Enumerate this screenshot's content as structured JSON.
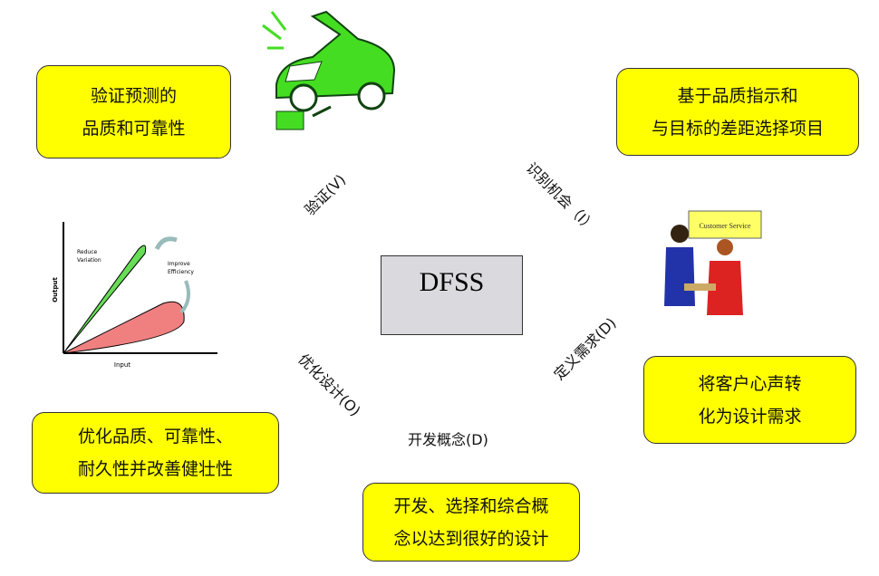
{
  "center": {
    "title": "DFSS"
  },
  "phases": {
    "verify": "验证(V)",
    "identify": "识别机会（I）",
    "define": "定义需求(D)",
    "develop": "开发概念(D)",
    "optimize": "优化设计(O)"
  },
  "boxes": {
    "verify": [
      "验证预测的",
      "品质和可靠性"
    ],
    "identify": [
      "基于品质指示和",
      "与目标的差距选择项目"
    ],
    "define": [
      "将客户心声转",
      "化为设计需求"
    ],
    "optimize": [
      "优化品质、可靠性、",
      "耐久性并改善健壮性"
    ],
    "develop": [
      "开发、选择和综合概",
      "念以达到很好的设计"
    ]
  },
  "chart": {
    "ylabel": "Output",
    "xlabel": "Input",
    "reduce": [
      "Reduce",
      "Variation"
    ],
    "improve": [
      "Improve",
      "Efficiency"
    ]
  },
  "sign": "Customer Service",
  "colors": {
    "box": "#ffff00",
    "center": "#d9d9de",
    "car": "#44dd22",
    "green": "#66dd55",
    "red": "#f08080"
  }
}
